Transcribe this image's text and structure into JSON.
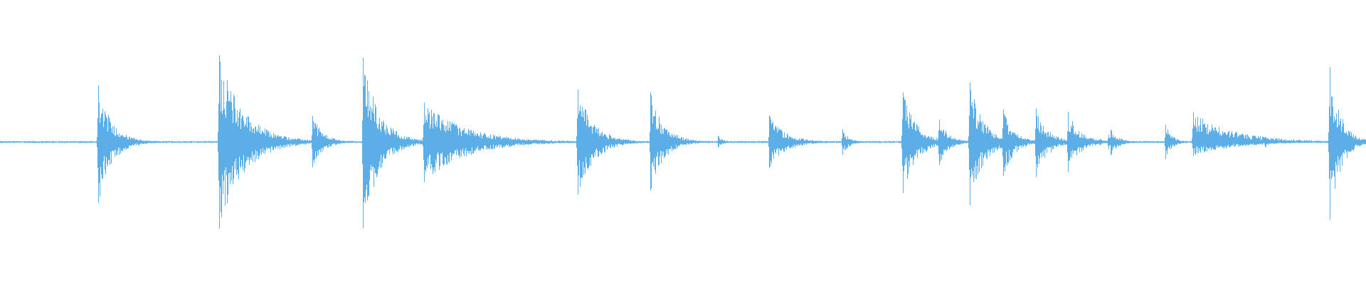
{
  "waveform": {
    "color": "#5baee6",
    "background": "#ffffff",
    "baseline_noise": 0.008,
    "transients": [
      {
        "t": 0.0715,
        "up": 0.66,
        "down": 0.71,
        "decay": 0.01
      },
      {
        "t": 0.16,
        "up": 1.0,
        "down": 1.0,
        "decay": 0.018
      },
      {
        "t": 0.2285,
        "up": 0.3,
        "down": 0.29,
        "decay": 0.008
      },
      {
        "t": 0.2655,
        "up": 0.96,
        "down": 0.98,
        "decay": 0.012
      },
      {
        "t": 0.31,
        "up": 0.45,
        "down": 0.46,
        "decay": 0.03
      },
      {
        "t": 0.4225,
        "up": 0.61,
        "down": 0.61,
        "decay": 0.012
      },
      {
        "t": 0.476,
        "up": 0.56,
        "down": 0.55,
        "decay": 0.01
      },
      {
        "t": 0.5255,
        "up": 0.07,
        "down": 0.06,
        "decay": 0.004
      },
      {
        "t": 0.563,
        "up": 0.3,
        "down": 0.29,
        "decay": 0.012
      },
      {
        "t": 0.6165,
        "up": 0.15,
        "down": 0.15,
        "decay": 0.005
      },
      {
        "t": 0.6605,
        "up": 0.58,
        "down": 0.6,
        "decay": 0.01
      },
      {
        "t": 0.687,
        "up": 0.27,
        "down": 0.28,
        "decay": 0.007
      },
      {
        "t": 0.7095,
        "up": 0.7,
        "down": 0.74,
        "decay": 0.01
      },
      {
        "t": 0.734,
        "up": 0.38,
        "down": 0.4,
        "decay": 0.008
      },
      {
        "t": 0.758,
        "up": 0.39,
        "down": 0.41,
        "decay": 0.009
      },
      {
        "t": 0.7815,
        "up": 0.35,
        "down": 0.35,
        "decay": 0.009
      },
      {
        "t": 0.805,
        "up": 0.04,
        "down": 0.04,
        "decay": 0.003
      },
      {
        "t": 0.811,
        "up": 0.09,
        "down": 0.09,
        "decay": 0.005
      },
      {
        "t": 0.813,
        "up": 0.14,
        "down": 0.15,
        "decay": 0.006
      },
      {
        "t": 0.853,
        "up": 0.2,
        "down": 0.2,
        "decay": 0.005
      },
      {
        "t": 0.873,
        "up": 0.34,
        "down": 0.16,
        "decay": 0.03
      },
      {
        "t": 0.926,
        "up": 0.06,
        "down": 0.06,
        "decay": 0.004
      },
      {
        "t": 0.973,
        "up": 0.89,
        "down": 0.92,
        "decay": 0.008
      }
    ]
  }
}
